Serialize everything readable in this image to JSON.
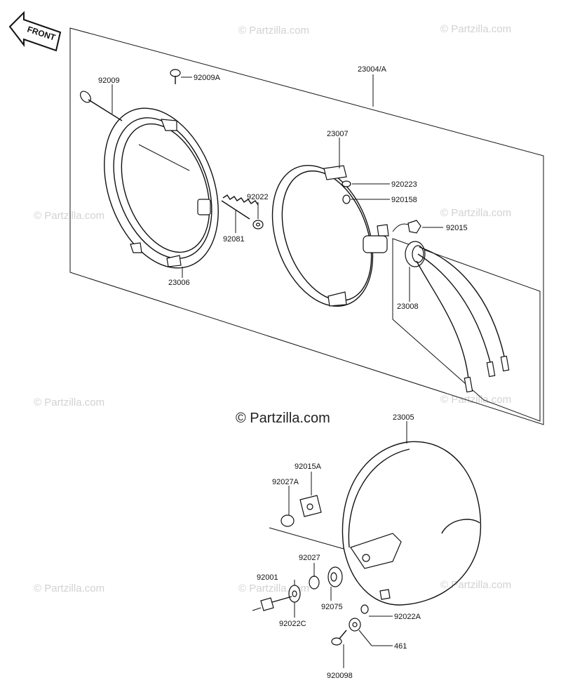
{
  "watermarks": {
    "center": "© Partzilla.com",
    "tile": "© Partzilla.com"
  },
  "front_arrow": "FRONT",
  "parts": {
    "p23004A": "23004/A",
    "p92009": "92009",
    "p92009A": "92009A",
    "p23007": "23007",
    "p92022_3": "920223",
    "p92015B": "920158",
    "p92022": "92022",
    "p92081": "92081",
    "p92015": "92015",
    "p23006": "23006",
    "p23008": "23008",
    "p23005": "23005",
    "p92015A": "92015A",
    "p92027A": "92027A",
    "p92027": "92027",
    "p92001": "92001",
    "p92075": "92075",
    "p92022C": "92022C",
    "p92022A": "92022A",
    "p461": "461",
    "p92009B": "920098"
  },
  "colors": {
    "line": "#111111",
    "watermark": "#d2d2d2"
  }
}
